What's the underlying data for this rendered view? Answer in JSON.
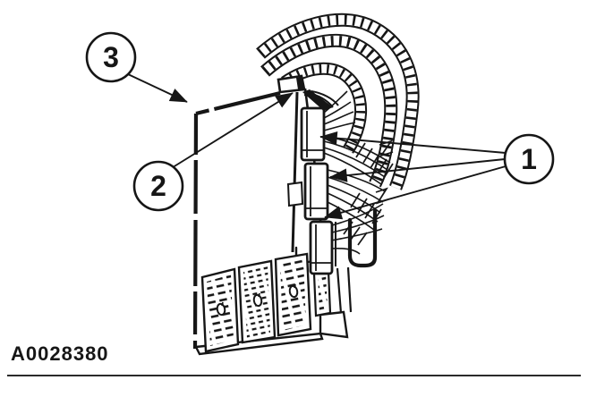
{
  "page": {
    "background_color": "#ffffff",
    "ink_color": "#161616",
    "rule_color": "#2b2b2b"
  },
  "figure": {
    "code": "A0028380",
    "callouts": [
      {
        "label": "1"
      },
      {
        "label": "2"
      },
      {
        "label": "3"
      }
    ]
  }
}
